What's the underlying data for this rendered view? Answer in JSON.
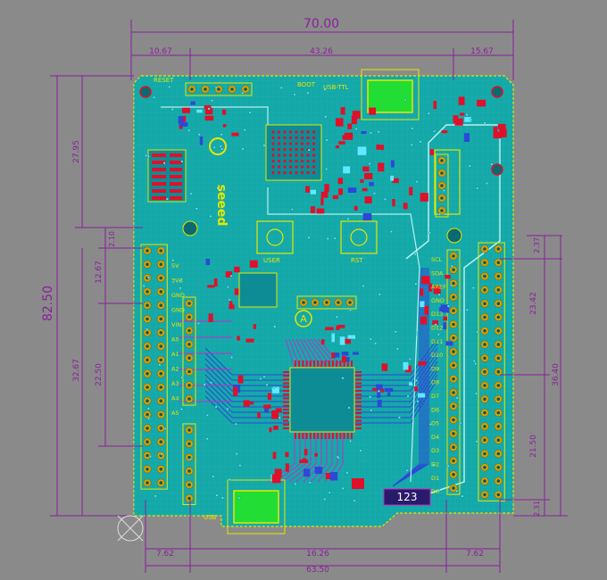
{
  "colors": {
    "background": "#8a8a8a",
    "board": "#15a8a8",
    "board_dark": "#0e8c96",
    "dimension": "#8a1f9c",
    "silk": "#e6e600",
    "pad": "#d9a400",
    "smd_red": "#e0102a",
    "usb_green": "#22dd33",
    "trace_blue": "#2c48d8",
    "trace_magenta": "#c828c8",
    "via_cyan": "#5fe8ff"
  },
  "dimensions": {
    "overall_width": "70.00",
    "top_left_margin": "10.67",
    "top_mid_span": "43.26",
    "top_right_margin": "15.67",
    "overall_height": "82.50",
    "left_upper": "27.95",
    "left_small": "2.10",
    "left_mid": "12.67",
    "left_lower": "32.67",
    "left_inner": "22.50",
    "right_a": "2.37",
    "right_b": "23.42",
    "right_c": "36.40",
    "right_d": "21.50",
    "right_e": "2.31",
    "bottom_left": "7.62",
    "bottom_mid": "16.26",
    "bottom_right": "7.62",
    "bottom_total": "63.50"
  },
  "silk_labels": {
    "reset": "RESET",
    "boot": "BOOT",
    "usb_ttl": "USB-TTL",
    "user": "USER",
    "rst": "RST",
    "bottom_usb": "USB",
    "marker_a": "A",
    "seeed": "seeed",
    "pin_labels_left": [
      "5V",
      "3V3",
      "GND",
      "GND",
      "VIN",
      "A0",
      "A1",
      "A2",
      "A3",
      "A4",
      "A5"
    ],
    "pin_labels_right": [
      "SCL",
      "SDA",
      "AREF",
      "GND",
      "D13",
      "D12",
      "D11",
      "D10",
      "D9",
      "D8",
      "D7",
      "D6",
      "D5",
      "D4",
      "D3",
      "D2",
      "D1",
      "D0"
    ]
  },
  "badge": {
    "text": "123"
  }
}
